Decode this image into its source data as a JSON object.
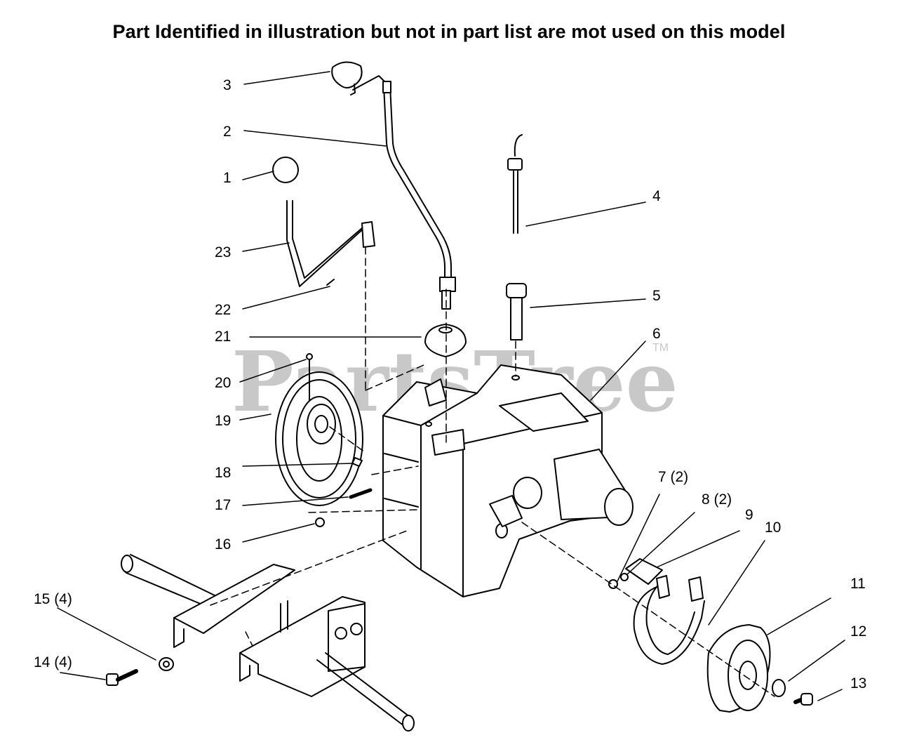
{
  "title": "Part Identified in illustration but not in part list are mot used on this model",
  "watermark": {
    "text": "PartsTree",
    "tm": "TM",
    "color": "#c8c8c8"
  },
  "callouts": [
    {
      "id": "1",
      "label": "1"
    },
    {
      "id": "2",
      "label": "2"
    },
    {
      "id": "3",
      "label": "3"
    },
    {
      "id": "4",
      "label": "4"
    },
    {
      "id": "5",
      "label": "5"
    },
    {
      "id": "6",
      "label": "6"
    },
    {
      "id": "7",
      "label": "7 (2)"
    },
    {
      "id": "8",
      "label": "8 (2)"
    },
    {
      "id": "9",
      "label": "9"
    },
    {
      "id": "10",
      "label": "10"
    },
    {
      "id": "11",
      "label": "11"
    },
    {
      "id": "12",
      "label": "12"
    },
    {
      "id": "13",
      "label": "13"
    },
    {
      "id": "14",
      "label": "14 (4)"
    },
    {
      "id": "15",
      "label": "15 (4)"
    },
    {
      "id": "16",
      "label": "16"
    },
    {
      "id": "17",
      "label": "17"
    },
    {
      "id": "18",
      "label": "18"
    },
    {
      "id": "19",
      "label": "19"
    },
    {
      "id": "20",
      "label": "20"
    },
    {
      "id": "21",
      "label": "21"
    },
    {
      "id": "22",
      "label": "22"
    },
    {
      "id": "23",
      "label": "23"
    }
  ]
}
